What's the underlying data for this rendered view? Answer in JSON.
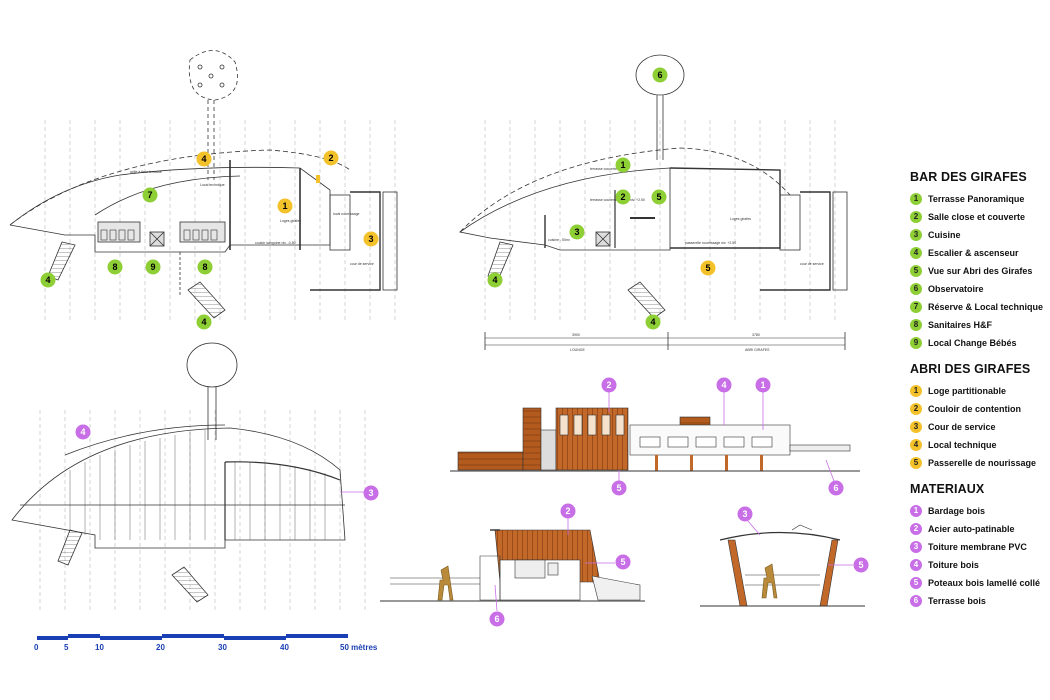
{
  "colors": {
    "green": "#8fcf36",
    "yellow": "#f3c12a",
    "magenta": "#c86ee6",
    "wood": "#b35a1f",
    "blue": "#1a3fb5"
  },
  "legend": {
    "bar": {
      "title": "BAR DES GIRAFES",
      "items": [
        {
          "n": "1",
          "label": "Terrasse Panoramique"
        },
        {
          "n": "2",
          "label": "Salle close et couverte"
        },
        {
          "n": "3",
          "label": "Cuisine"
        },
        {
          "n": "4",
          "label": "Escalier & ascenseur"
        },
        {
          "n": "5",
          "label": "Vue sur Abri des Girafes"
        },
        {
          "n": "6",
          "label": "Observatoire"
        },
        {
          "n": "7",
          "label": "Réserve & Local technique"
        },
        {
          "n": "8",
          "label": "Sanitaires H&F"
        },
        {
          "n": "9",
          "label": "Local Change Bébés"
        }
      ]
    },
    "abri": {
      "title": "ABRI DES GIRAFES",
      "items": [
        {
          "n": "1",
          "label": "Loge partitionable"
        },
        {
          "n": "2",
          "label": "Couloir de contention"
        },
        {
          "n": "3",
          "label": "Cour de service"
        },
        {
          "n": "4",
          "label": "Local technique"
        },
        {
          "n": "5",
          "label": "Passerelle de nourissage"
        }
      ]
    },
    "materiaux": {
      "title": "MATERIAUX",
      "items": [
        {
          "n": "1",
          "label": "Bardage bois"
        },
        {
          "n": "2",
          "label": "Acier auto-patinable"
        },
        {
          "n": "3",
          "label": "Toiture membrane PVC"
        },
        {
          "n": "4",
          "label": "Toiture bois"
        },
        {
          "n": "5",
          "label": "Poteaux bois lamellé collé"
        },
        {
          "n": "6",
          "label": "Terrasse bois"
        }
      ]
    }
  },
  "plan1": {
    "labels": {
      "a": "grille à fleur terrasse",
      "b": "Local technique",
      "c": "Loges girafes",
      "d": "cour de service",
      "e": "couloir sanguine niv. -0.50",
      "f": "local nourrissage"
    }
  },
  "plan2": {
    "labels": {
      "a": "terrasse couverte",
      "b": "terrasse couverte fermée niv. +2.50",
      "c": "cuisine - 50m²",
      "d": "Loges girafes",
      "e": "passerelle nourrissage niv. +2.50",
      "f": "cour de service"
    },
    "dims": {
      "d1": "3900",
      "d2": "3780",
      "s1": "LOUNGE",
      "s2": "ABRI GIRAFES"
    }
  },
  "scale": {
    "ticks": [
      "0",
      "5",
      "10",
      "20",
      "30",
      "40",
      "50 mètres"
    ]
  }
}
